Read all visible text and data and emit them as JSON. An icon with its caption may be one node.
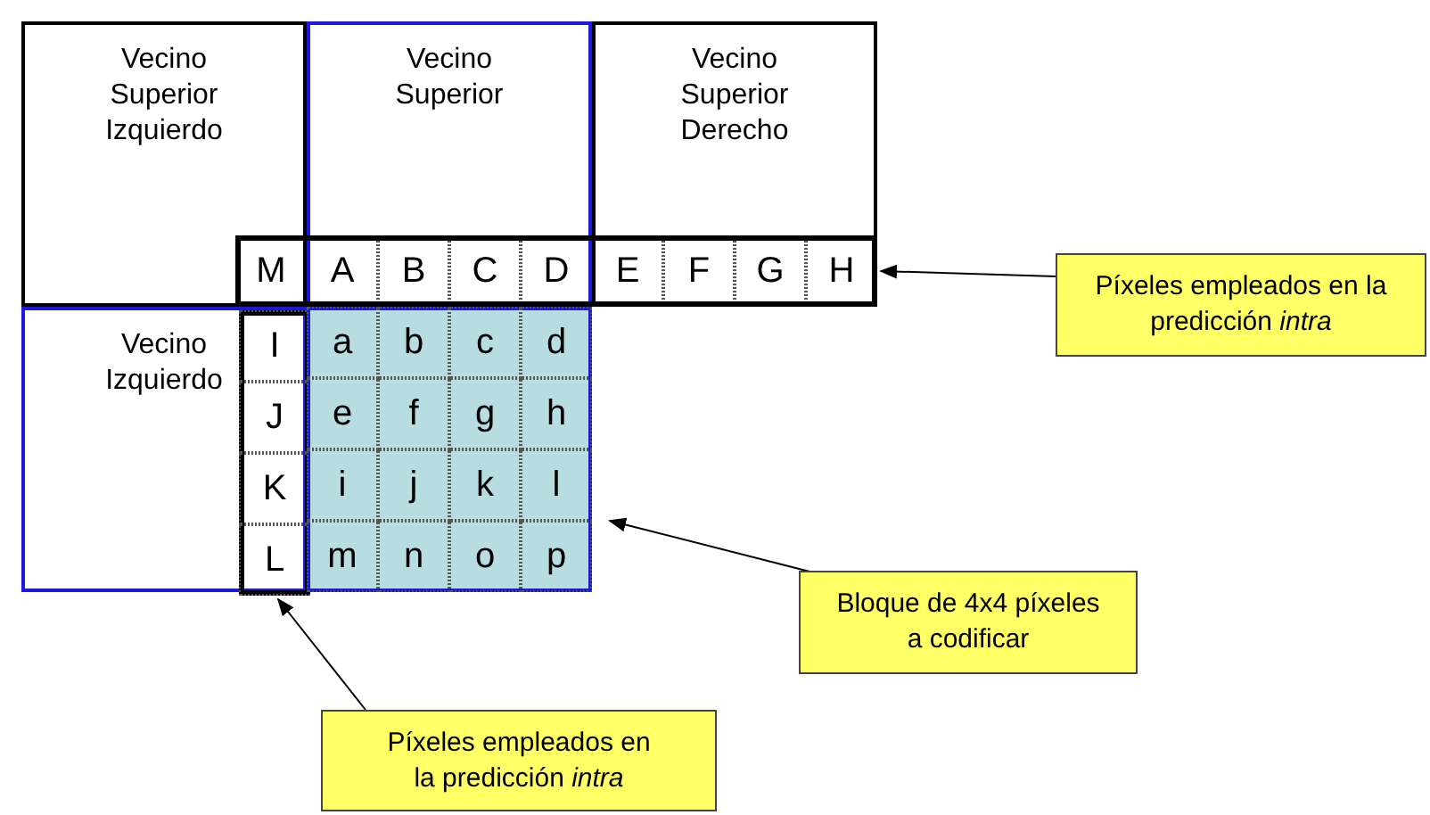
{
  "diagram": {
    "nodes": [
      {
        "text": [
          "Vecino Superior Izquierdo"
        ]
      },
      {
        "text": [
          "Vecino Superior"
        ]
      },
      {
        "text": [
          "Vecino Superior Derecho"
        ]
      },
      {
        "text": [],
        "shape": "box"
      },
      {
        "text": [
          "M"
        ]
      },
      {
        "text": [
          "A"
        ]
      },
      {
        "text": [
          "B"
        ]
      },
      {
        "text": [
          "C"
        ]
      },
      {
        "text": [
          "D"
        ]
      },
      {
        "text": [
          "E"
        ]
      },
      {
        "text": [
          "F"
        ]
      },
      {
        "text": [
          "G"
        ]
      },
      {
        "text": [
          "H"
        ]
      },
      {
        "text": [
          "Vecino Izquierdo"
        ]
      },
      {
        "text": [],
        "shape": "box",
        "in": 13
      },
      {
        "text": [
          "I"
        ],
        "in": 14
      },
      {
        "text": [
          "J"
        ],
        "in": 14
      },
      {
        "text": [
          "K"
        ],
        "in": 14
      },
      {
        "text": [
          "L"
        ],
        "in": 14
      },
      {
        "text": [],
        "shape": "box"
      },
      {
        "text": [
          "a"
        ],
        "in": 19
      },
      {
        "text": [
          "b"
        ],
        "in": 19
      },
      {
        "text": [
          "c"
        ],
        "in": 19
      },
      {
        "text": [
          "d"
        ],
        "in": 19
      },
      {
        "text": [
          "e"
        ],
        "in": 19
      },
      {
        "text": [
          "f"
        ],
        "in": 19
      },
      {
        "text": [
          "g"
        ],
        "in": 19
      },
      {
        "text": [
          "h"
        ],
        "in": 19
      },
      {
        "text": [
          "i"
        ],
        "in": 19
      },
      {
        "text": [
          "j"
        ],
        "in": 19
      },
      {
        "text": [
          "k"
        ],
        "in": 19
      },
      {
        "text": [
          "l"
        ],
        "in": 19
      },
      {
        "text": [
          "m"
        ],
        "in": 19
      },
      {
        "text": [
          "n"
        ],
        "in": 19
      },
      {
        "text": [
          "o"
        ],
        "in": 19
      },
      {
        "text": [
          "p"
        ],
        "in": 19
      },
      {
        "text": [
          "Píxeles empleados en la predicción *intra*"
        ]
      },
      {
        "text": [
          "Bloque de 4x4 píxeles a codificar"
        ]
      },
      {
        "text": [
          "Píxeles empleados en la predicción *intra*"
        ]
      }
    ],
    "edges": [
      {
        "from": 36,
        "to": 3,
        "arrow": "to"
      },
      {
        "from": 37,
        "to": 19,
        "arrow": "to"
      },
      {
        "from": 38,
        "to": 14,
        "arrow": "to"
      }
    ]
  }
}
